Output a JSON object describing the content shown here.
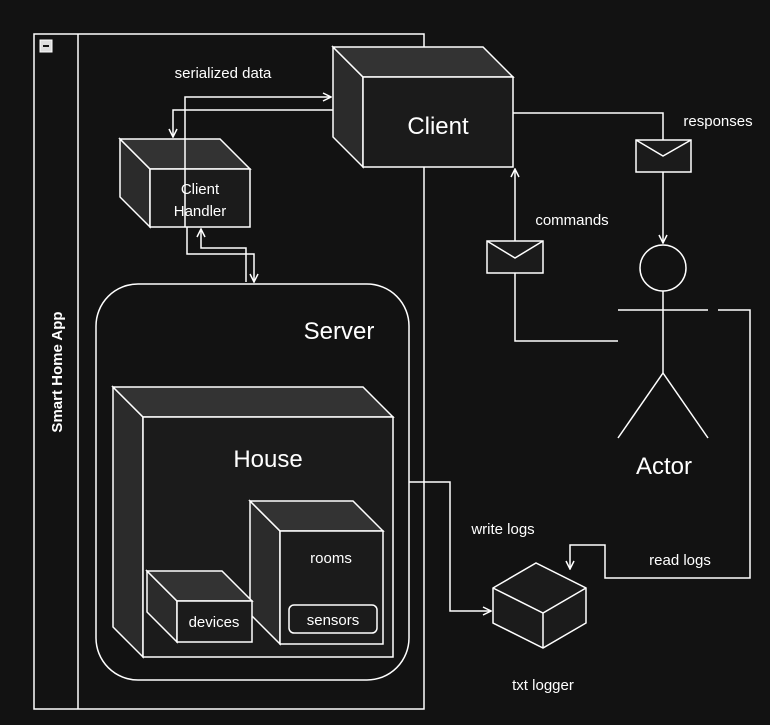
{
  "pool": {
    "label": "Smart Home App"
  },
  "nodes": {
    "client": "Client",
    "client_handler_line1": "Client",
    "client_handler_line2": "Handler",
    "server": "Server",
    "house": "House",
    "rooms": "rooms",
    "sensors": "sensors",
    "devices": "devices",
    "actor": "Actor",
    "txt_logger": "txt logger"
  },
  "edges": {
    "serialized_data": "serialized data",
    "responses": "responses",
    "commands": "commands",
    "write_logs": "write logs",
    "read_logs": "read logs"
  },
  "colors": {
    "background": "#121212",
    "stroke": "#ffffff"
  }
}
